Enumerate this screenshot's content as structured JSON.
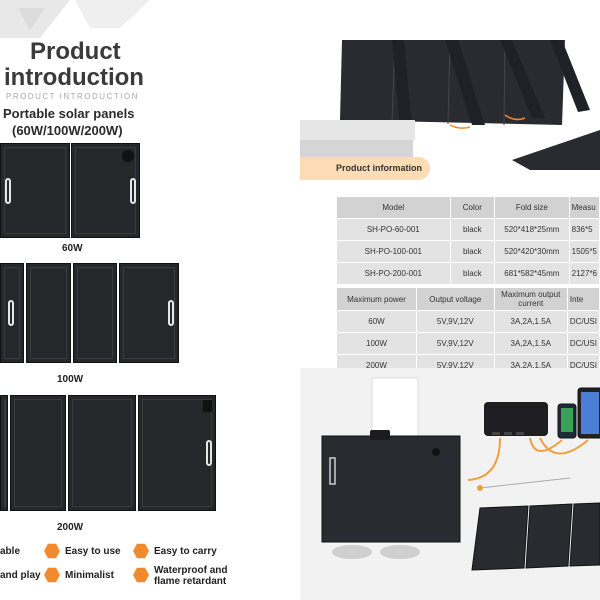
{
  "header": {
    "title_line1": "Product",
    "title_line2": "introduction",
    "subtitle": "PRODUCT INTRODUCTION",
    "product_name": "Portable solar panels",
    "product_variants": "(60W/100W/200W)"
  },
  "models_shown": [
    {
      "label": "60W"
    },
    {
      "label": "100W"
    },
    {
      "label": "200W"
    }
  ],
  "features": {
    "item1": "able",
    "item2": "Easy to use",
    "item3": "Easy to carry",
    "item4": "and play",
    "item5": "Minimalist",
    "item6": "Waterproof and flame retardant"
  },
  "product_information": {
    "title": "Product information",
    "table1": {
      "headers": [
        "Model",
        "Color",
        "Fold size",
        "Measu"
      ],
      "rows": [
        [
          "SH-PO-60-001",
          "black",
          "520*418*25mm",
          "836*5"
        ],
        [
          "SH-PO-100-001",
          "black",
          "520*420*30mm",
          "1505*5"
        ],
        [
          "SH-PO-200-001",
          "black",
          "681*582*45mm",
          "2127*6"
        ]
      ]
    },
    "table2": {
      "headers": [
        "Maximum power",
        "Output voltage",
        "Maximum output current",
        "Inte"
      ],
      "rows": [
        [
          "60W",
          "5V,9V,12V",
          "3A,2A,1.5A",
          "DC/USI"
        ],
        [
          "100W",
          "5V,9V,12V",
          "3A,2A,1.5A",
          "DC/USI"
        ],
        [
          "200W",
          "5V,9V,12V",
          "3A,2A,1.5A",
          "DC/USI"
        ]
      ]
    }
  },
  "colors": {
    "accent_orange": "#f08a2c",
    "banner_peach": "#fbdcb4",
    "banner_grey": "#d5d5d5",
    "panel_dark": "#26272b",
    "cable_orange": "#f0a040"
  },
  "icons": [
    "check-hex-icon",
    "usb-port-icon",
    "phone-icon",
    "tablet-icon",
    "power-bank-icon"
  ]
}
